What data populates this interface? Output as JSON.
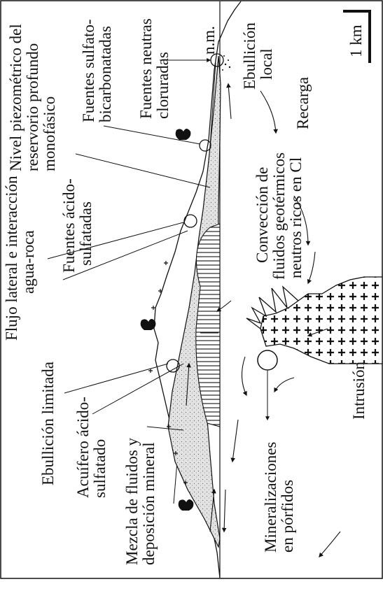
{
  "labels": {
    "nivel_piezometrico_1": "Nivel piezométrico del",
    "nivel_piezometrico_2": "reservorio profundo",
    "nivel_piezometrico_3": "monofásico",
    "fuentes_sulfato_1": "Fuentes sulfato-",
    "fuentes_sulfato_2": "bicarbonatadas",
    "fuentes_neutras_1": "Fuentes neutras",
    "fuentes_neutras_2": "cloruradas",
    "nm": "n.m.",
    "ebullicion_local_1": "Ebullición",
    "ebullicion_local_2": "local",
    "recarga": "Recarga",
    "flujo_lateral_1": "Flujo lateral e interacción",
    "flujo_lateral_2": "agua-roca",
    "fuentes_acido_1": "Fuentes ácido-",
    "fuentes_acido_2": "sulfatadas",
    "conveccion_1": "Convección de",
    "conveccion_2": "fluidos geotérmicos",
    "conveccion_3": "neutros ricos en Cl",
    "ebullicion_limitada": "Ebullición limitada",
    "acuifero_1": "Acuífero ácido-",
    "acuifero_2": "sulfatado",
    "mezcla_1": "Mezcla de fluidos y",
    "mezcla_2": "deposición mineral",
    "mineralizaciones_1": "Mineralizaciones",
    "mineralizaciones_2": "en pórfidos",
    "intrusion": "Intrusión",
    "scale": "1 km"
  }
}
